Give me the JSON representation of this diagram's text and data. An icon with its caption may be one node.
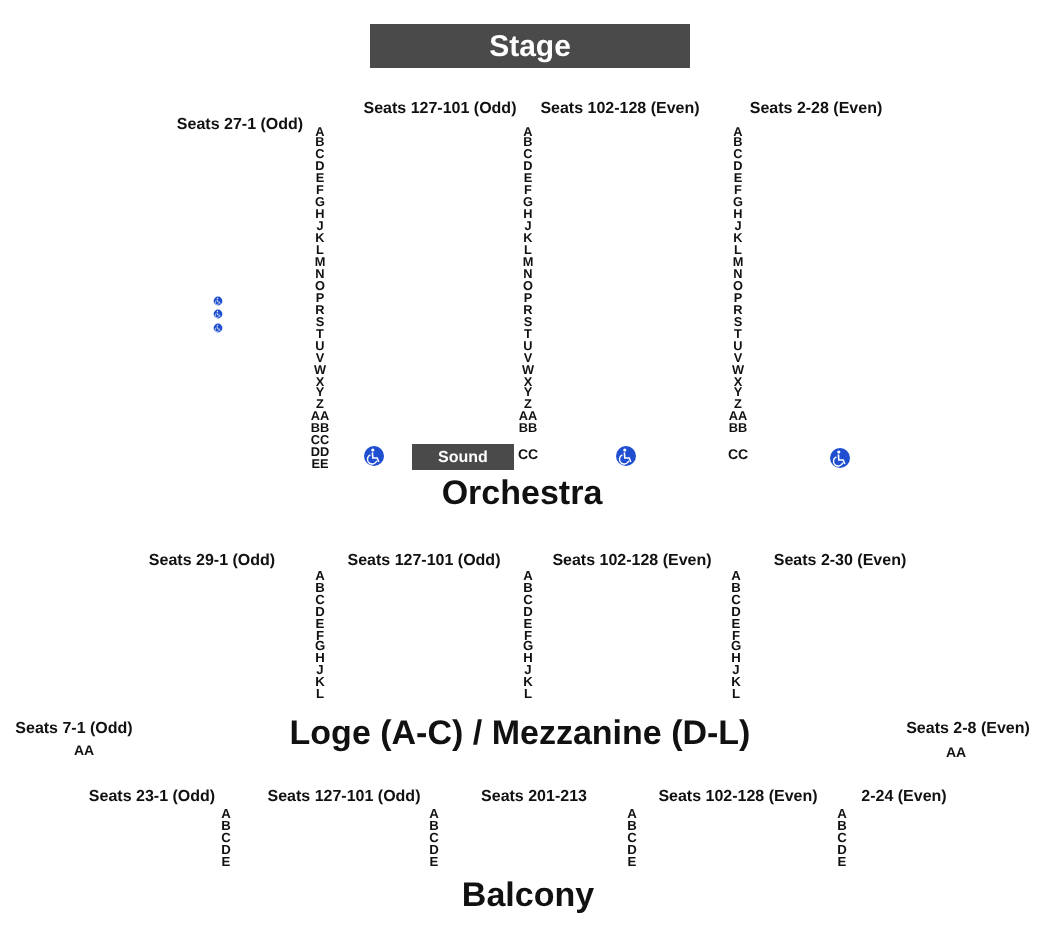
{
  "diagram": {
    "nodes": [
      {
        "text": [
          "Stage"
        ]
      },
      {
        "text": [
          "Sound"
        ]
      }
    ],
    "labels": [
      "Seats 127-101 (Odd)",
      "Seats 102-128 (Even)",
      "Seats 2-28 (Even)",
      "Seats 27-1 (Odd)",
      "A B C D E F G H J K L M N O P R S T U V W X Y Z AA BB CC DD EE",
      "A B C D E F G H J K L M N O P R S T U V W X Y Z AA BB",
      "A B C D E F G H J K L M N O P R S T U V W X Y Z AA BB",
      "CC",
      "CC",
      "Orchestra",
      "Seats 29-1 (Odd)",
      "Seats 127-101 (Odd)",
      "Seats 102-128 (Even)",
      "Seats 2-30 (Even)",
      "A B C D E F G H J K L",
      "A B C D E F G H J K L",
      "A B C D E F G H J K L",
      "Seats 7-1 (Odd)",
      "Loge (A-C) / Mezzanine (D-L)",
      "Seats 2-8 (Even)",
      "AA",
      "AA",
      "Seats 23-1 (Odd)",
      "Seats 127-101 (Odd)",
      "Seats 201-213",
      "Seats 102-128 (Even)",
      "2-24 (Even)",
      "A B C D E",
      "A B C D E",
      "A B C D E",
      "A B C D E",
      "Balcony"
    ]
  }
}
